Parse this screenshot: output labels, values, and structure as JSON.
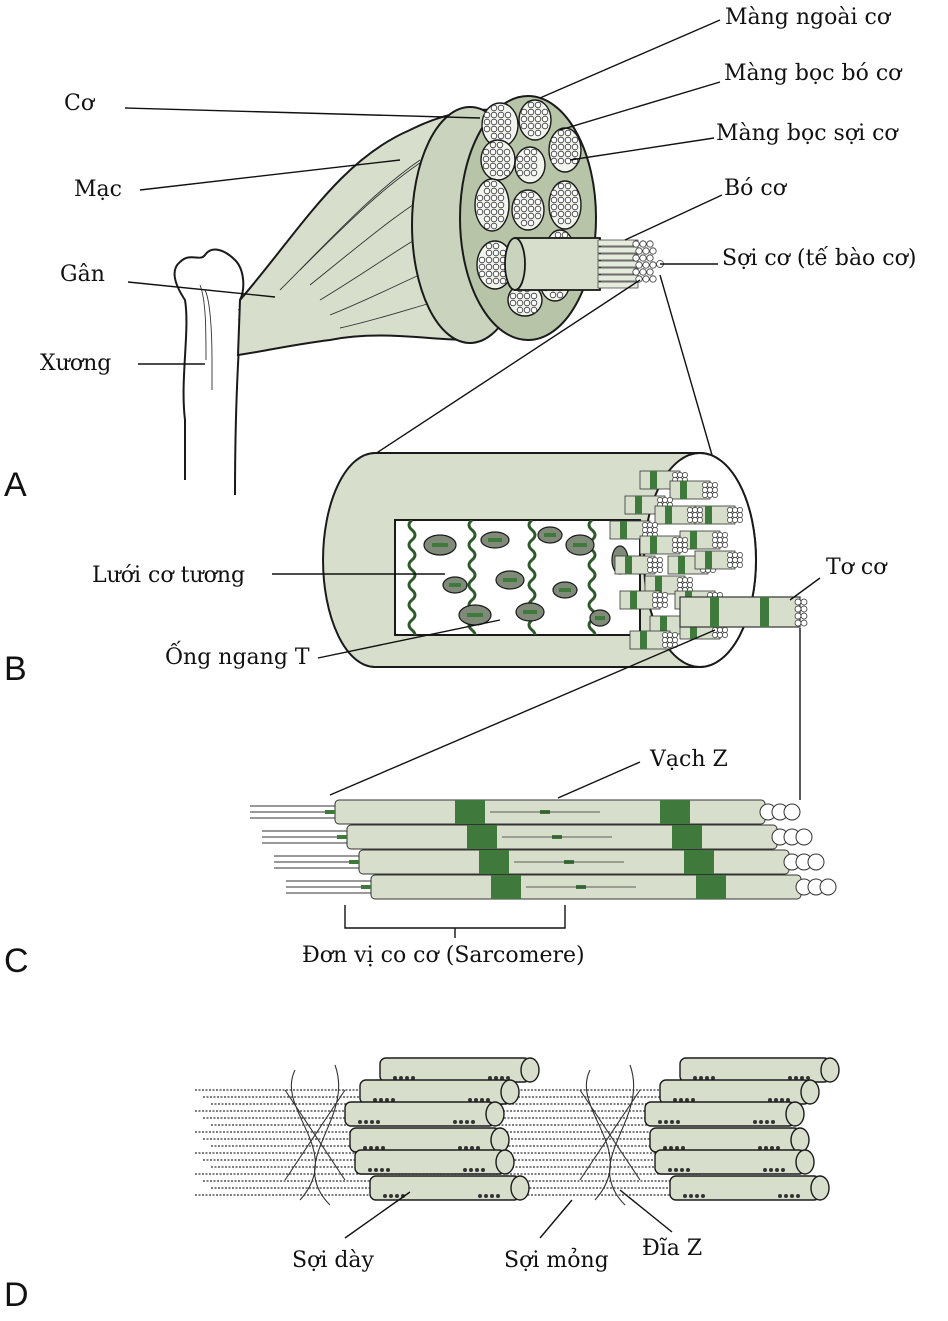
{
  "colors": {
    "muscle_fill": "#d7dfcc",
    "muscle_light": "#e6ecdd",
    "muscle_dark": "#9aa88a",
    "band_green": "#3f7a3c",
    "green_dark": "#2e5a2b",
    "outline": "#1a1a1a"
  },
  "panels": {
    "a": {
      "letter": "A"
    },
    "b": {
      "letter": "B"
    },
    "c": {
      "letter": "C"
    },
    "d": {
      "letter": "D"
    }
  },
  "labels": {
    "mang_ngoai_co": "Màng ngoài cơ",
    "co": "Cơ",
    "mang_boc_bo_co": "Màng bọc bó cơ",
    "mang_boc_soi_co": "Màng bọc sợi cơ",
    "mac": "Mạc",
    "bo_co": "Bó cơ",
    "gan": "Gân",
    "soi_co": "Sợi cơ (tế bào cơ)",
    "xuong": "Xương",
    "luoi_co_tuong": "Lưới cơ tương",
    "to_co": "Tơ cơ",
    "ong_ngang_t": "Ống ngang T",
    "vach_z": "Vạch Z",
    "don_vi_co_co": "Đơn vị co cơ (Sarcomere)",
    "soi_day": "Sợi dày",
    "soi_mong": "Sợi mỏng",
    "dia_z": "Đĩa Z"
  }
}
